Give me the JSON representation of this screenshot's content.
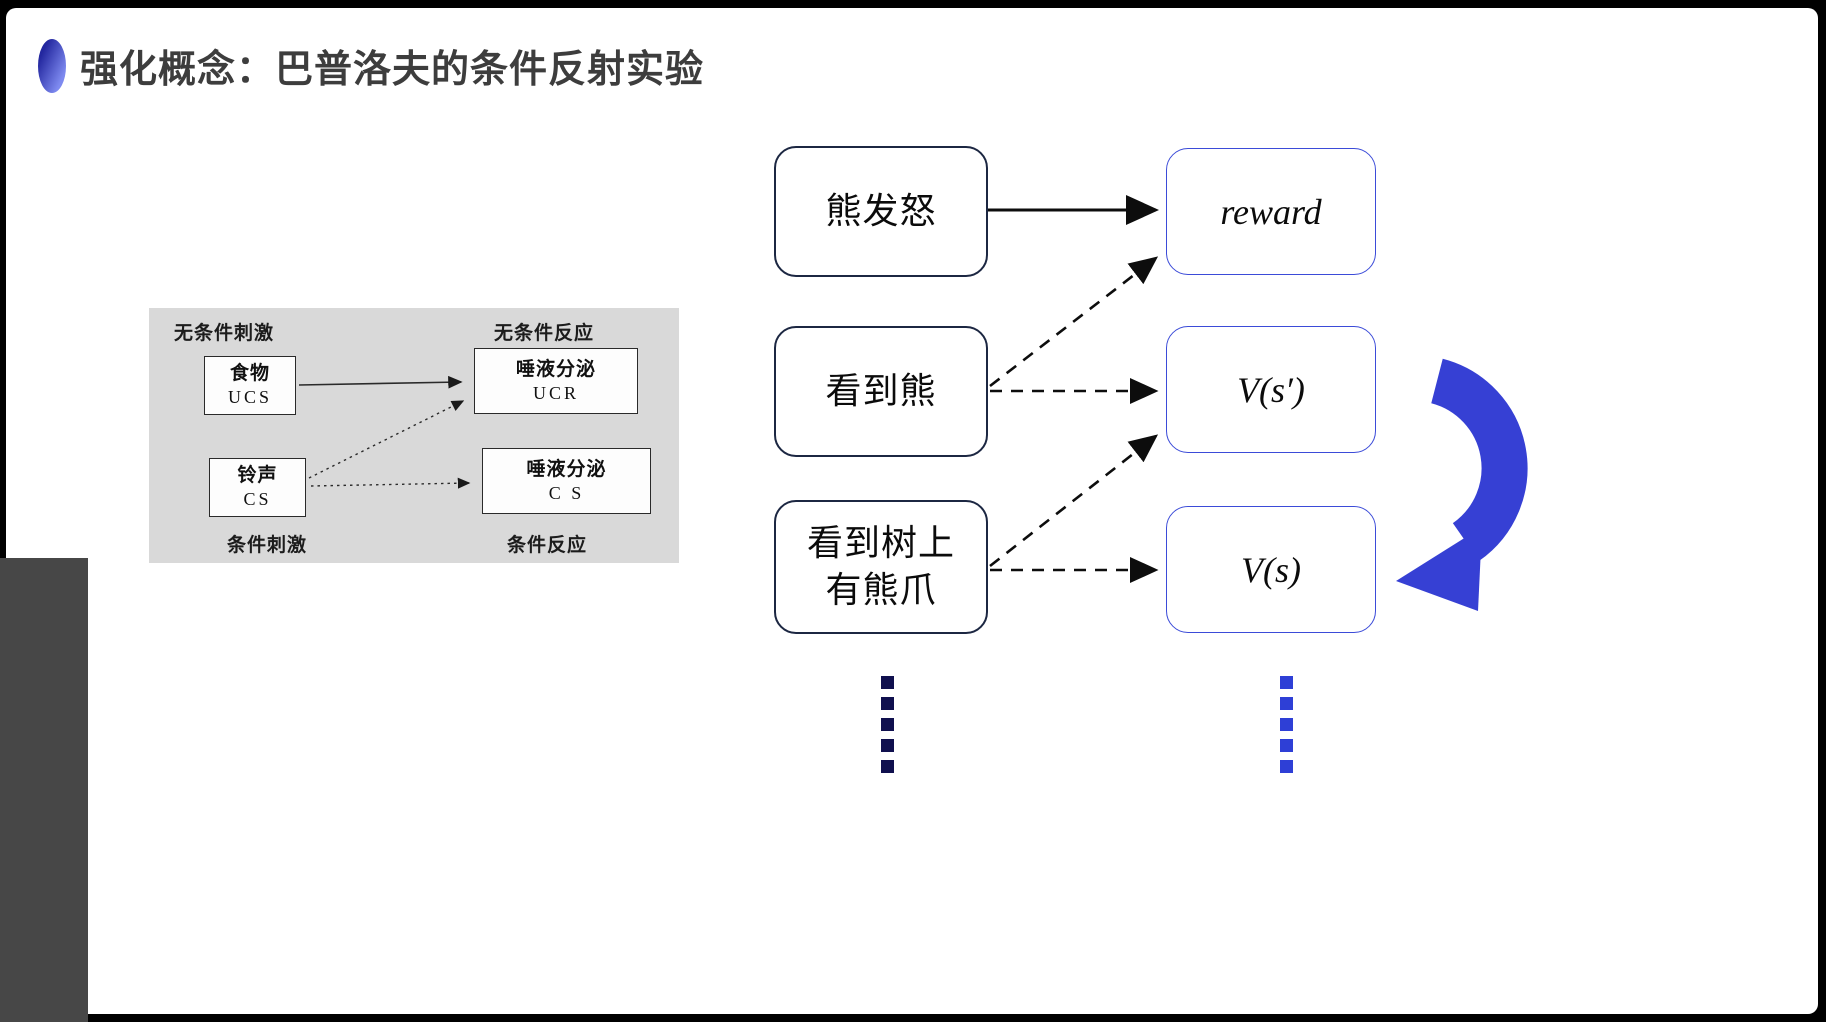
{
  "slide": {
    "title": "强化概念：巴普洛夫的条件反射实验"
  },
  "pavlov": {
    "label_ucs": "无条件刺激",
    "label_ucr": "无条件反应",
    "label_cs": "条件刺激",
    "label_cr": "条件反应",
    "box_food": {
      "line1": "食物",
      "line2": "UCS"
    },
    "box_saliva_ucr": {
      "line1": "唾液分泌",
      "line2": "UCR"
    },
    "box_bell": {
      "line1": "铃声",
      "line2": "CS"
    },
    "box_saliva_cs": {
      "line1": "唾液分泌",
      "line2": "C S"
    }
  },
  "rl": {
    "states": [
      {
        "line1": "熊发怒",
        "line2": ""
      },
      {
        "line1": "看到熊",
        "line2": ""
      },
      {
        "line1": "看到树上",
        "line2": "有熊爪"
      }
    ],
    "values": [
      "reward",
      "V(s′)",
      "V(s)"
    ]
  },
  "colors": {
    "slide_bg": "#ffffff",
    "frame_bg": "#000000",
    "panel_gray": "#d9d9d9",
    "state_border": "#1c2742",
    "value_border": "#3b4bd8",
    "arrow_blue": "#3640d4",
    "ellipsis_dark": "#10104e",
    "ellipsis_blue": "#2e3fd6",
    "title_color": "#3d3d3d"
  }
}
